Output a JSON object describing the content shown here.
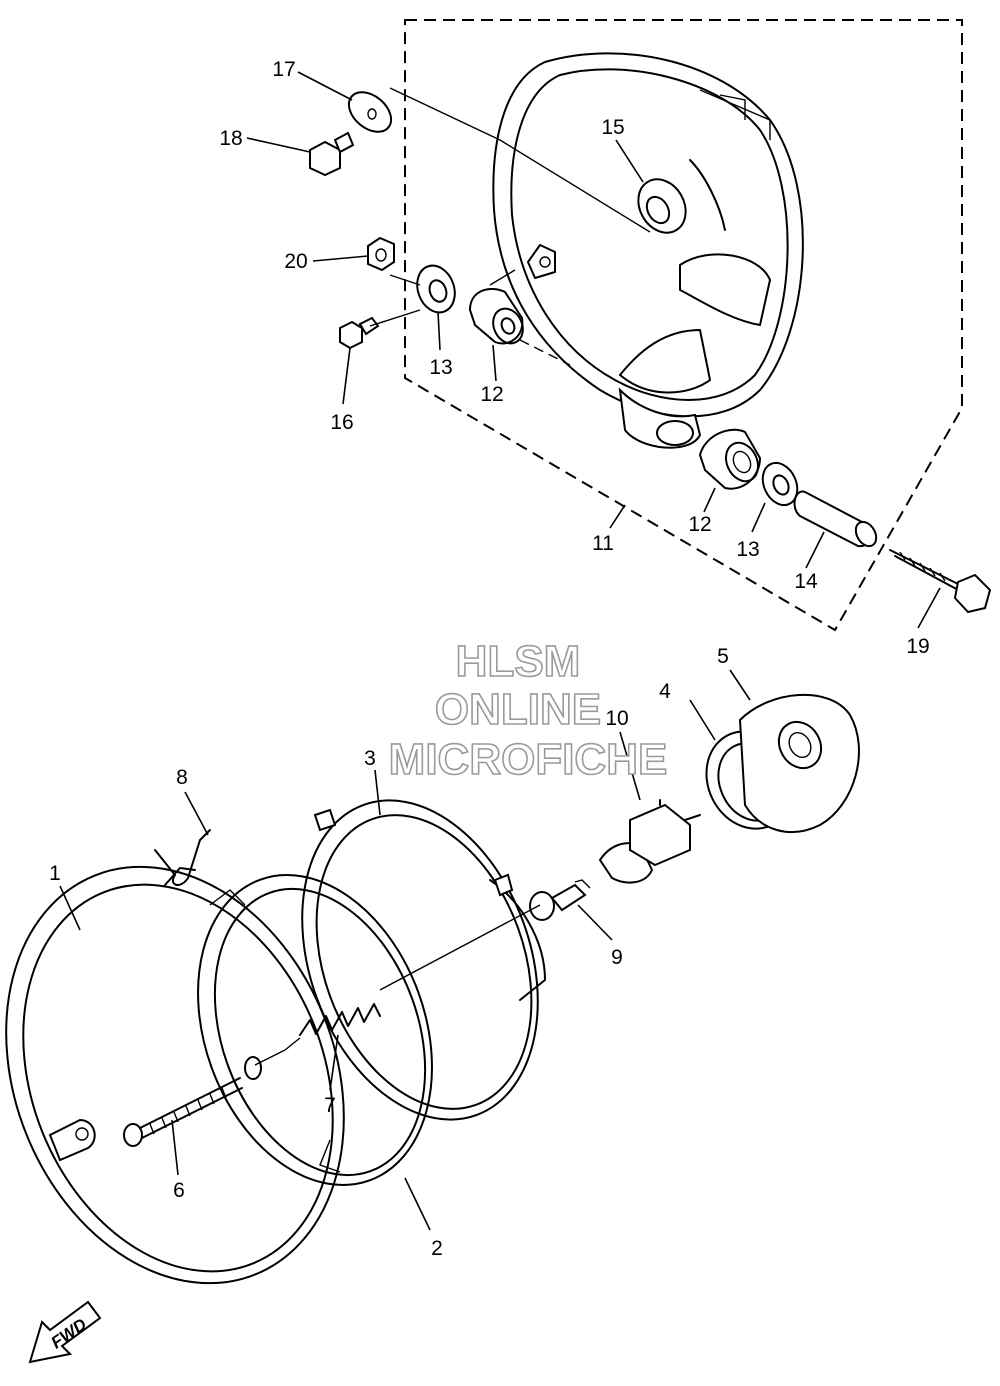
{
  "watermark": {
    "line1": "HLSM",
    "line2": "ONLINE",
    "line3": "MICROFICHE"
  },
  "direction_badge": "FWD",
  "callouts": [
    {
      "id": "1",
      "label": "1"
    },
    {
      "id": "2",
      "label": "2"
    },
    {
      "id": "3",
      "label": "3"
    },
    {
      "id": "4",
      "label": "4"
    },
    {
      "id": "5",
      "label": "5"
    },
    {
      "id": "6",
      "label": "6"
    },
    {
      "id": "7",
      "label": "7"
    },
    {
      "id": "8",
      "label": "8"
    },
    {
      "id": "9",
      "label": "9"
    },
    {
      "id": "10",
      "label": "10"
    },
    {
      "id": "11",
      "label": "11"
    },
    {
      "id": "12a",
      "label": "12"
    },
    {
      "id": "12b",
      "label": "12"
    },
    {
      "id": "13a",
      "label": "13"
    },
    {
      "id": "13b",
      "label": "13"
    },
    {
      "id": "14",
      "label": "14"
    },
    {
      "id": "15",
      "label": "15"
    },
    {
      "id": "16",
      "label": "16"
    },
    {
      "id": "17",
      "label": "17"
    },
    {
      "id": "18",
      "label": "18"
    },
    {
      "id": "19",
      "label": "19"
    },
    {
      "id": "20",
      "label": "20"
    }
  ]
}
